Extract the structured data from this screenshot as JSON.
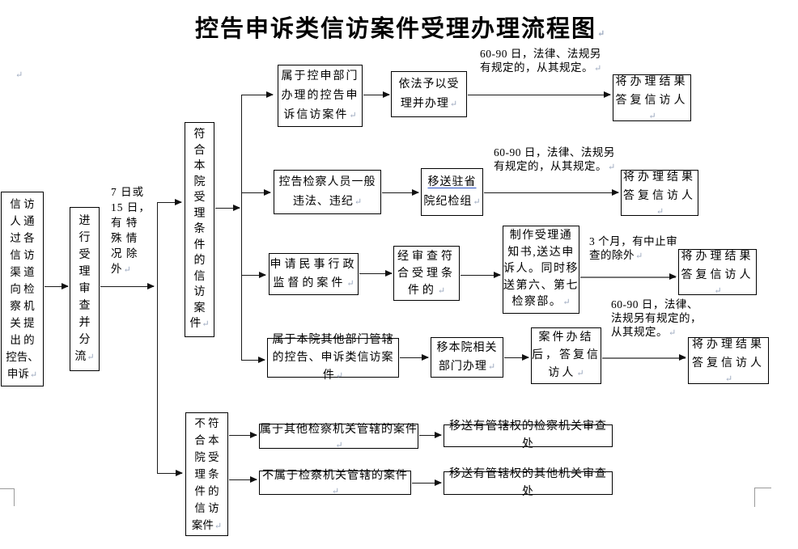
{
  "title": "控告申诉类信访案件受理办理流程图",
  "symbols": {
    "return_mark": "↵"
  },
  "colors": {
    "line": "#000000",
    "link_underline": "#2d53c4",
    "paragraph_mark": "#9aa7bd",
    "crop_mark": "#9a9a9a"
  },
  "nodes": {
    "source": [
      "信 访",
      "人 通",
      "过 各",
      "信 访",
      "渠 道",
      "向 检",
      "察 机",
      "关 提",
      "出 的",
      "控告、",
      "申诉"
    ],
    "triage": [
      "进",
      "行",
      "受",
      "理",
      "审",
      "查",
      "并",
      "分",
      "流"
    ],
    "deadline_note": [
      "7 日或",
      "15 日，",
      "有 特",
      "殊 情",
      "况 除",
      "外"
    ],
    "qualified": [
      "符",
      "合",
      "本",
      "院",
      "受",
      "理",
      "条",
      "件",
      "的",
      "信",
      "访",
      "案",
      "件"
    ],
    "unqualified": [
      "不 符",
      "合 本",
      "院 受",
      "理 条",
      "件 的",
      "信 访",
      "案件"
    ],
    "r1_case": [
      "属于控申部门",
      "办理的控告申",
      "诉信访案件"
    ],
    "r1_accept": [
      "依法予以受",
      "理并办理"
    ],
    "r1_note": [
      "60-90 日，法律、法规另",
      "有规定的，从其规定。"
    ],
    "r1_result": [
      "将办理结果",
      "答复信访人"
    ],
    "r2_case": [
      "控告检察人员一般",
      "违法、违纪"
    ],
    "r2_transfer_line1": "移送驻省",
    "r2_transfer_line2": "院纪检组",
    "r2_note": [
      "60-90 日，法律、法规另",
      "有规定的，从其规定。"
    ],
    "r2_result": [
      "将办理结果",
      "答复信访人"
    ],
    "r3_case": [
      "申请民事行政",
      "监督的案件"
    ],
    "r3_check": [
      "经审查符",
      "合受理条",
      "件的"
    ],
    "r3_notice": [
      "制作受理通",
      "知书,送达申",
      "诉人。同时移",
      "送第六、第七",
      "检察部。"
    ],
    "r3_note": [
      "3 个月，有中止审",
      "查的除外"
    ],
    "r3_result": [
      "将办理结果",
      "答复信访人"
    ],
    "r4_case": [
      "属于本院其他部门管辖",
      "的控告、申诉类信访案件"
    ],
    "r4_transfer": [
      "移本院相关",
      "部门办理"
    ],
    "r4_done": [
      "案件办结",
      "后，答复信",
      "访人"
    ],
    "r4_note": [
      "60-90 日，法律、",
      "法规另有规定的，",
      "从其规定。"
    ],
    "r4_result": [
      "将办理结果",
      "答复信访人"
    ],
    "b1_case": "属于其他检察机关管辖的案件",
    "b1_result": "移送有管辖权的检察机关审查处",
    "b2_case": "不属于检察机关管辖的案件",
    "b2_result": "移送有管辖权的其他机关审查处"
  }
}
